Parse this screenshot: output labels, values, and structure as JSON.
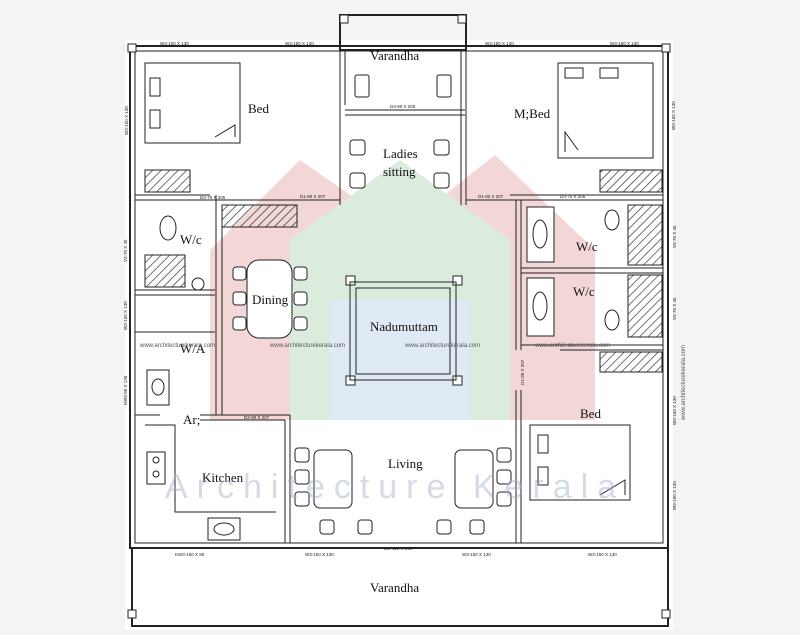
{
  "rooms": {
    "varandha_top": "Varandha",
    "bed_nw": "Bed",
    "master_bed": "M;Bed",
    "ladies_sitting_1": "Ladies",
    "ladies_sitting_2": "sitting",
    "wc_west": "W/c",
    "wc_east_1": "W/c",
    "wc_east_2": "W/c",
    "dining": "Dining",
    "nadumuttam": "Nadumuttam",
    "wa": "W/A",
    "ar": "Ar;",
    "kitchen": "Kitchen",
    "living": "Living",
    "bed_se": "Bed",
    "varandha_bottom": "Varandha"
  },
  "openings": {
    "w_nw_top": "W3-150 X 130",
    "w_ladies_top": "W3-150 X 130",
    "w_ne_top_1": "W3-150 X 130",
    "w_ne_top_2": "W3-150 X 130",
    "w_west_bed": "W3-150 X 130",
    "w_east_mbed": "W3-150 X 130",
    "d_varandha": "D3-90 X 205",
    "d_bed_nw": "D1-90 X 207",
    "d_wc_west": "D3-75 X 205",
    "d_mbed": "D1-90 X 207",
    "d_wc_east": "D3-75 X 205",
    "v_wc_west": "V3-70 X 45",
    "v_wc_east_1": "V3-70 X 45",
    "v_wc_east_2": "V3-70 X 45",
    "w_wa": "W3-150 X 130",
    "kw_kitchen": "KW3-90 X 130",
    "d_kitchen": "D3-90 X 207",
    "d_bed_se": "D1-90 X 207",
    "w_se_east_1": "W3-150 X 130",
    "w_se_east_2": "W3-150 X 130",
    "w_kitchen_bottom": "KW3-150 X 90",
    "w_living_bottom_1": "W3-150 X 130",
    "d_main": "DD-120 X 205",
    "w_living_bottom_2": "W3-150 X 130",
    "w_bed_se_bottom": "W3-150 X 130"
  },
  "watermarks": {
    "site_left": "www.architecturekerala.com",
    "site_mid": "www.architecturekerala.com",
    "site_right": "www.architecturekerala.com",
    "site_far": "www.architecturekerala.com",
    "site_east": "www.architecturekerala.com",
    "brand": "Architecture Kerala"
  },
  "colors": {
    "watermark_red": "#e8a5a5",
    "watermark_green": "#a8d4b0",
    "watermark_blue": "#b9cde4",
    "hatch": "#333333"
  }
}
